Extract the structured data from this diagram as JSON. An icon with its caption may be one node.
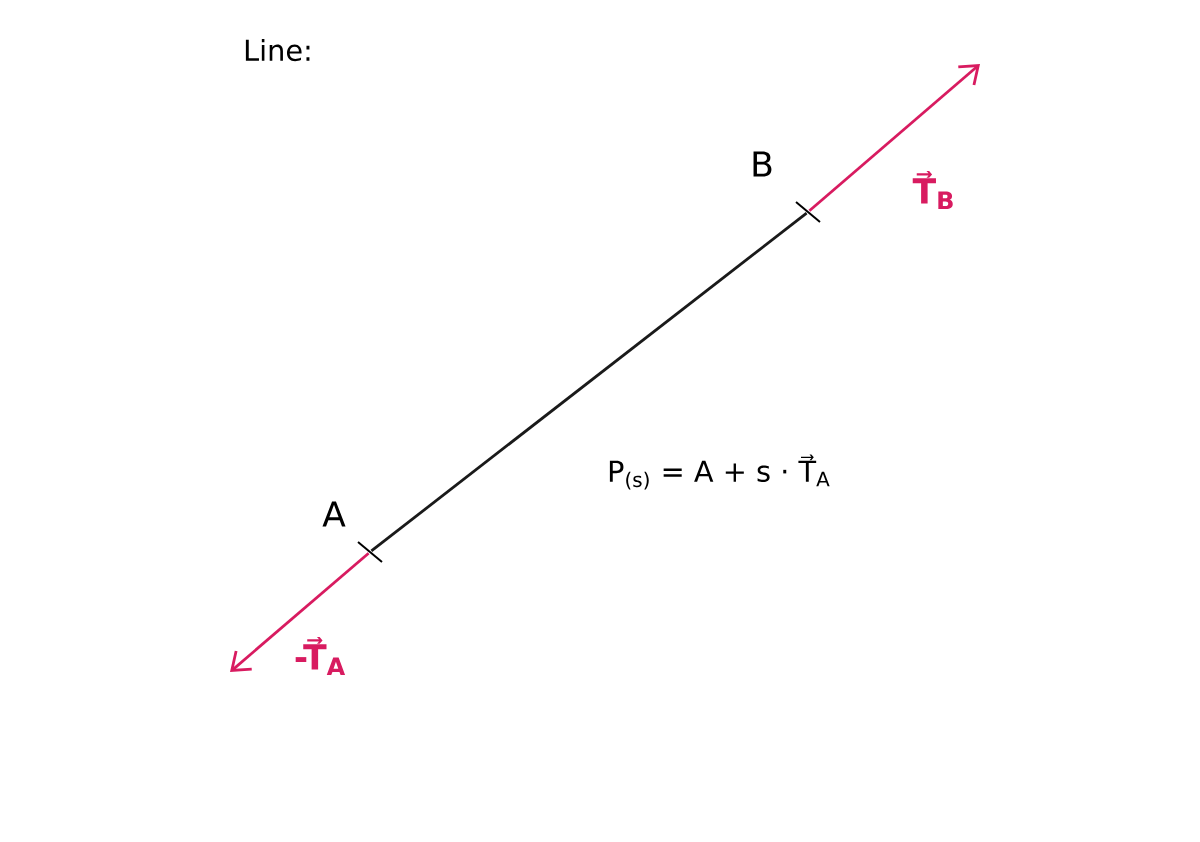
{
  "diagram": {
    "title": "Line:",
    "nodes": [
      {
        "text": [],
        "shape": "bar",
        "beside": [
          "A"
        ]
      },
      {
        "text": [],
        "shape": "bar",
        "beside": [
          "B"
        ]
      }
    ],
    "edges": [
      {
        "from": 0,
        "to": 1,
        "arrow": "none",
        "color": "#1a1a1a"
      },
      {
        "from": 1,
        "to": null,
        "arrow": "to",
        "color": "#d81b60",
        "label": "T⃗$_{B}$"
      },
      {
        "from": 0,
        "to": null,
        "arrow": "to",
        "color": "#d81b60",
        "label": "-T⃗$_{A}$"
      }
    ],
    "labels": [
      "P$_{(s)}$ = A + s · T⃗$_{A}$"
    ]
  }
}
